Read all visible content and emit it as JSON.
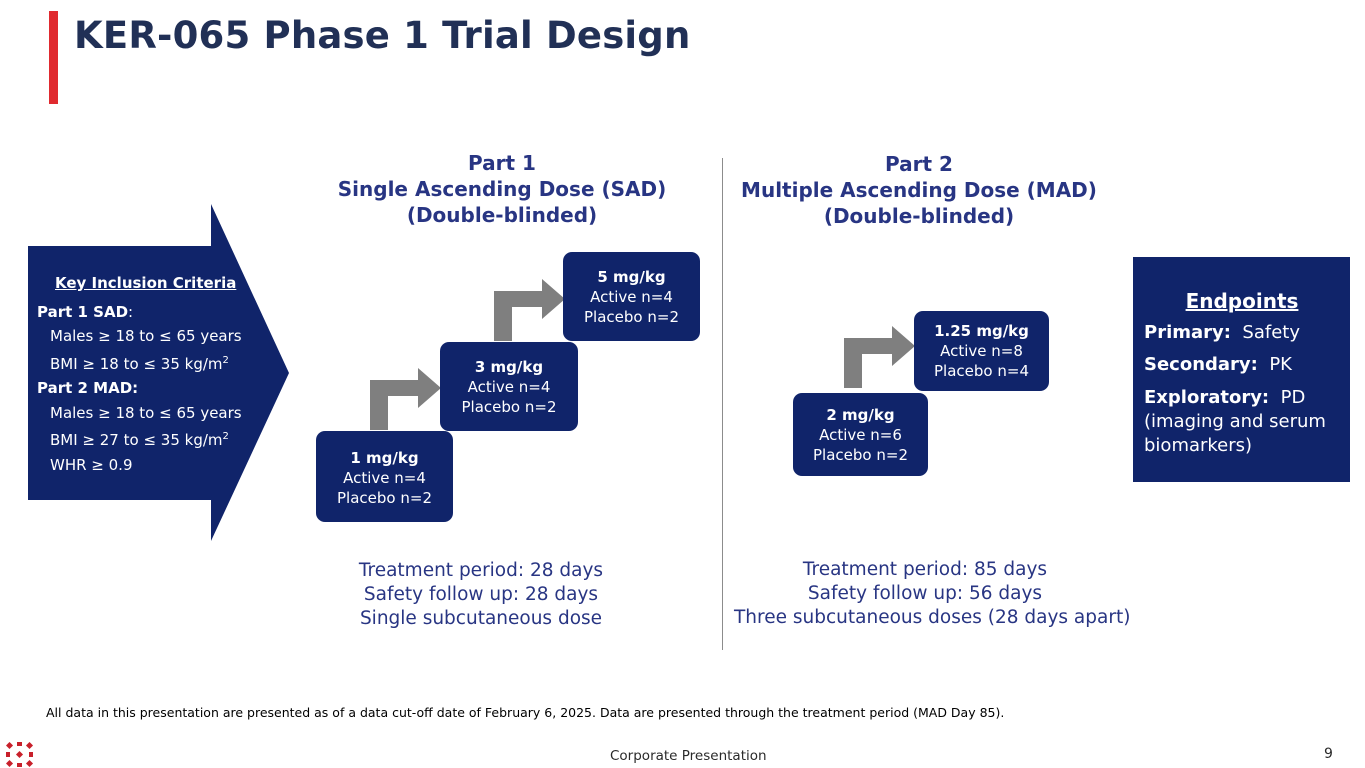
{
  "slide": {
    "title": "KER-065 Phase 1 Trial Design",
    "accent_color": "#e02a2f",
    "brand_navy": "#10246a"
  },
  "part1": {
    "line1": "Part 1",
    "line2": "Single Ascending Dose (SAD)",
    "line3": "(Double-blinded)",
    "doses": [
      {
        "dose": "1 mg/kg",
        "active": "Active n=4",
        "placebo": "Placebo n=2"
      },
      {
        "dose": "3 mg/kg",
        "active": "Active n=4",
        "placebo": "Placebo n=2"
      },
      {
        "dose": "5 mg/kg",
        "active": "Active n=4",
        "placebo": "Placebo n=2"
      }
    ],
    "info": [
      "Treatment period: 28 days",
      "Safety follow up: 28 days",
      "Single subcutaneous dose"
    ]
  },
  "part2": {
    "line1": "Part 2",
    "line2": "Multiple Ascending Dose (MAD)",
    "line3": "(Double-blinded)",
    "doses": [
      {
        "dose": "2 mg/kg",
        "active": "Active n=6",
        "placebo": "Placebo n=2"
      },
      {
        "dose": "1.25 mg/kg",
        "active": "Active n=8",
        "placebo": "Placebo n=4"
      }
    ],
    "info": [
      "Treatment period: 85 days",
      "Safety follow up: 56 days",
      "Three subcutaneous doses (28 days apart)"
    ]
  },
  "criteria": {
    "heading": "Key Inclusion Criteria",
    "sad_label": "Part 1 SAD",
    "sad_colon": ":",
    "sad_items": [
      "Males ≥ 18 to ≤ 65 years",
      "BMI ≥ 18 to ≤ 35 kg/m"
    ],
    "mad_label": "Part 2 MAD:",
    "mad_items": [
      "Males ≥ 18 to ≤ 65 years",
      "BMI ≥ 27 to ≤ 35 kg/m",
      "WHR ≥ 0.9"
    ],
    "superscript": "2"
  },
  "endpoints": {
    "heading": "Endpoints",
    "primary_label": "Primary:",
    "primary_value": "Safety",
    "secondary_label": "Secondary:",
    "secondary_value": "PK",
    "exploratory_label": "Exploratory:",
    "exploratory_value": "PD (imaging and serum biomarkers)"
  },
  "footer": {
    "footnote": "All data in this presentation are presented as of a data cut-off date of February 6, 2025. Data are presented through the treatment period (MAD Day 85).",
    "center": "Corporate Presentation",
    "page_number": "9"
  }
}
